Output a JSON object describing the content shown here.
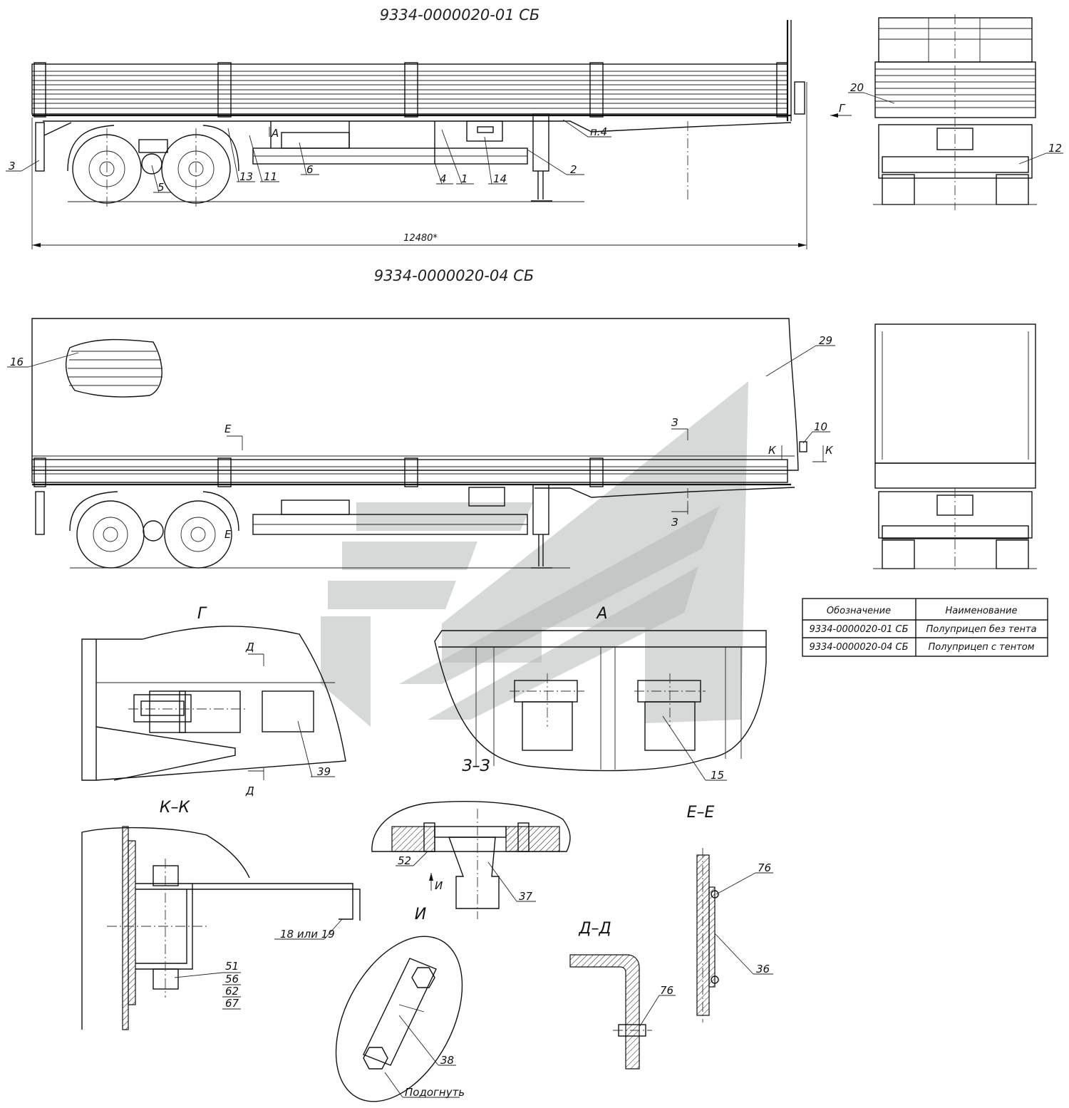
{
  "drawing": {
    "title_top": "9334-0000020-01 СБ",
    "title_bottom": "9334-0000020-04 СБ",
    "overall_dimension": "12480*"
  },
  "callouts_top": [
    "1",
    "2",
    "3",
    "4",
    "5",
    "6",
    "11",
    "13",
    "14",
    "п.4",
    "20",
    "12"
  ],
  "callouts_bottom": [
    "16",
    "29",
    "10"
  ],
  "section_marks": {
    "g": "Г",
    "a": "А",
    "e": "Е",
    "z": "З",
    "k": "К",
    "d": "Д",
    "i": "И"
  },
  "views": {
    "g": "Г",
    "a": "А",
    "zz": "З–З",
    "kk": "К–К",
    "ee": "Е–Е",
    "i": "И",
    "dd": "Д–Д"
  },
  "detail_callouts": {
    "g_39": "39",
    "a_15": "15",
    "kk_18": "18 или 19",
    "kk_51": "51",
    "kk_56": "56",
    "kk_62": "62",
    "kk_67": "67",
    "top_52": "52",
    "top_37": "37",
    "i_38": "38",
    "i_note": "Подогнуть",
    "dd_76": "76",
    "ee_76": "76",
    "ee_36": "36"
  },
  "table": {
    "headers": [
      "Обозначение",
      "Наименование"
    ],
    "rows": [
      [
        "9334-0000020-01 СБ",
        "Полуприцеп без тента"
      ],
      [
        "9334-0000020-04 СБ",
        "Полуприцеп с тентом"
      ]
    ]
  }
}
